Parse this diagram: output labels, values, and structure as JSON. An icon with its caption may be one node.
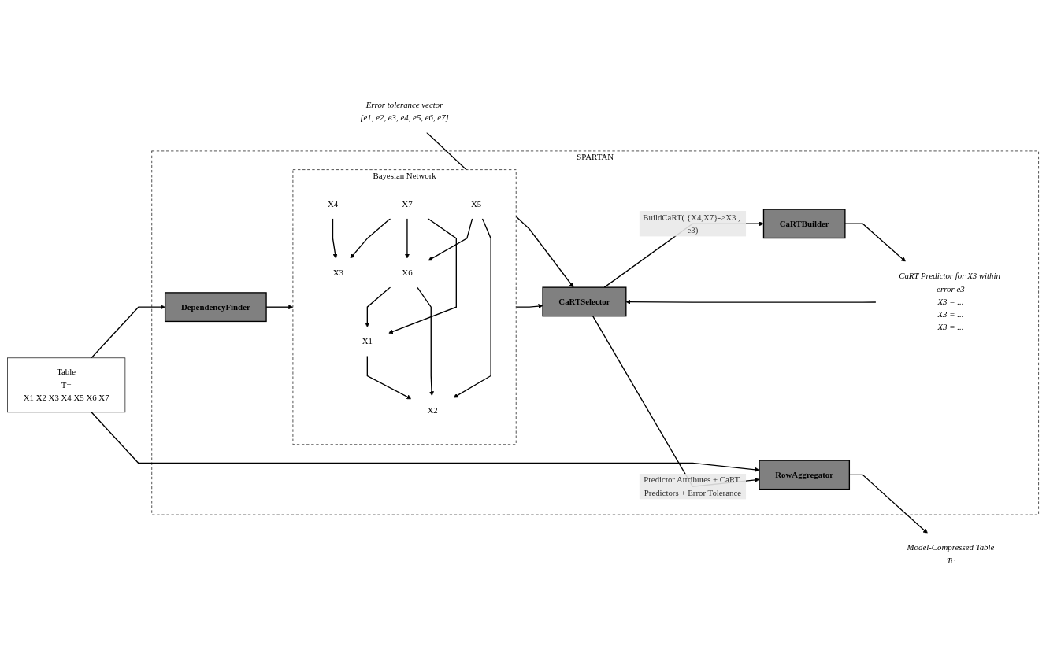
{
  "diagram": {
    "nodes": [
      {
        "text": [
          "SPARTAN"
        ]
      },
      {
        "text": [
          "Error tolerance vector",
          "[e1, e2, e3, e4, e5, e6, e7]"
        ]
      },
      {
        "text": [
          "Table",
          "T=",
          "X1 X2 X3 X4 X5 X6 X7"
        ]
      },
      {
        "text": [
          "DependencyFinder"
        ],
        "in": 0
      },
      {
        "text": [
          "Bayesian Network"
        ],
        "in": 0
      },
      {
        "text": [
          "X4"
        ],
        "in": 4
      },
      {
        "text": [
          "X7"
        ],
        "in": 4
      },
      {
        "text": [
          "X5"
        ],
        "in": 4
      },
      {
        "text": [
          "X3"
        ],
        "in": 4
      },
      {
        "text": [
          "X6"
        ],
        "in": 4
      },
      {
        "text": [
          "X1"
        ],
        "in": 4
      },
      {
        "text": [
          "X2"
        ],
        "in": 4
      },
      {
        "text": [
          "CaRTSelector"
        ],
        "in": 0
      },
      {
        "text": [
          "CaRT Predictor for X3 within error e3",
          "X3 = ...",
          "X3 = ...",
          "X3 = ..."
        ],
        "in": 0
      },
      {
        "text": [
          "CaRTBuilder"
        ],
        "in": 0
      },
      {
        "text": [
          "RowAggregator"
        ],
        "in": 0
      },
      {
        "text": [
          "Model-Compressed Table",
          "Tc"
        ]
      }
    ],
    "edges": [
      {
        "from": 1,
        "to": 12,
        "arrow": "to"
      },
      {
        "from": 2,
        "to": 3,
        "arrow": "to"
      },
      {
        "from": 2,
        "to": 15,
        "arrow": "to"
      },
      {
        "from": 3,
        "to": 4,
        "arrow": "to"
      },
      {
        "from": 5,
        "to": 8,
        "arrow": "to"
      },
      {
        "from": 6,
        "to": 8,
        "arrow": "to"
      },
      {
        "from": 6,
        "to": 9,
        "arrow": "to"
      },
      {
        "from": 7,
        "to": 9,
        "arrow": "to"
      },
      {
        "from": 6,
        "to": 10,
        "arrow": "to"
      },
      {
        "from": 9,
        "to": 10,
        "arrow": "to"
      },
      {
        "from": 9,
        "to": 11,
        "arrow": "to"
      },
      {
        "from": 7,
        "to": 11,
        "arrow": "to"
      },
      {
        "from": 10,
        "to": 11,
        "arrow": "to"
      },
      {
        "from": 4,
        "to": 12,
        "arrow": "to"
      },
      {
        "from": 12,
        "to": 15,
        "arrow": "to",
        "label": "Predictor Attributes + CaRT Predictors + Error Tolerance"
      },
      {
        "from": 12,
        "to": 14,
        "arrow": "to",
        "label": "BuildCaRT( {X4,X7}->X3 , e3)"
      },
      {
        "from": 14,
        "to": 13,
        "arrow": "to"
      },
      {
        "from": 13,
        "to": 12,
        "arrow": "to"
      },
      {
        "from": 15,
        "to": 16,
        "arrow": "to"
      }
    ]
  }
}
